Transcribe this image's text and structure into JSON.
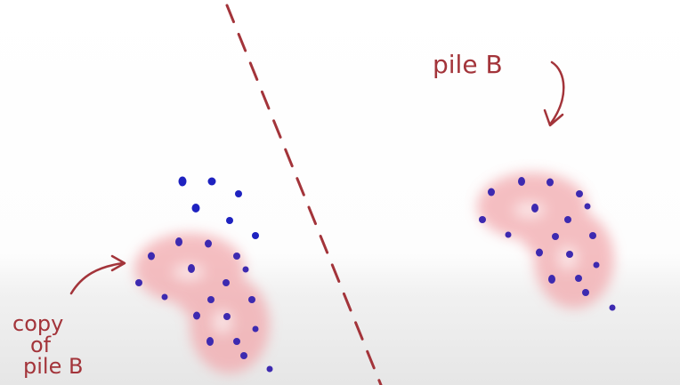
{
  "labels": {
    "pile_b": "pile B",
    "copy_line1": "copy",
    "copy_line2": "of",
    "copy_line3": "pile B"
  },
  "colors": {
    "ink_red": "#a3343a",
    "dot_purple": "#3d2ab0",
    "dot_blue": "#1e22c0",
    "blob_pink": "#f2a9ad"
  }
}
